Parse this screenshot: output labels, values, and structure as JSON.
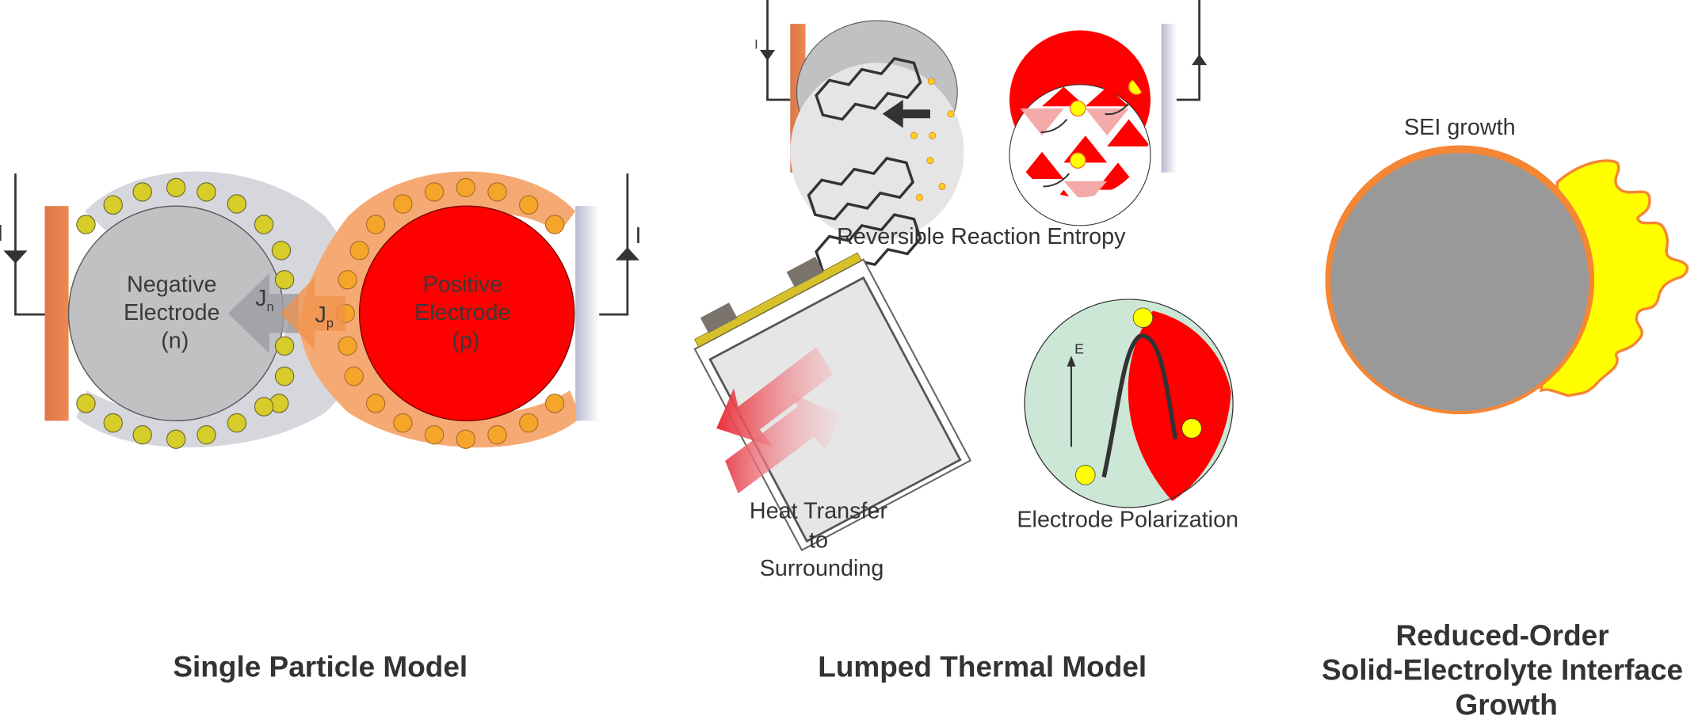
{
  "panels": {
    "spm": {
      "title": "Single Particle Model",
      "negative_label": [
        "Negative",
        "Electrode",
        "(n)"
      ],
      "positive_label": [
        "Positive",
        "Electrode",
        "(p)"
      ],
      "flux_n": "J",
      "flux_n_sub": "n",
      "flux_p": "J",
      "flux_p_sub": "p",
      "current_left": "I",
      "current_right": "I"
    },
    "thermal": {
      "title": "Lumped Thermal Model",
      "entropy_label": "Reversible Reaction Entropy",
      "current_label": "I",
      "heat_label": [
        "Heat Transfer",
        "to",
        "Surrounding"
      ],
      "polarization_label": "Electrode Polarization",
      "energy_axis": "E"
    },
    "sei": {
      "title": [
        "Reduced-Order",
        "Solid-Electrolyte Interface",
        "Growth"
      ],
      "growth_label": "SEI growth"
    }
  },
  "colors": {
    "negative": "#c0c1c3",
    "positive": "#ff0000",
    "negative_shell": "#d6d7dc",
    "positive_shell": "#f6aa73",
    "li_ion_n": "#d6cc2a",
    "li_ion_p": "#f5a52a",
    "collector_n": "#ee8350",
    "collector_p": "#c9cadc",
    "sei_core": "#999999",
    "sei_layer": "#f58634",
    "sei_growth": "#ffff00",
    "polar_bg": "#cde7d6"
  }
}
